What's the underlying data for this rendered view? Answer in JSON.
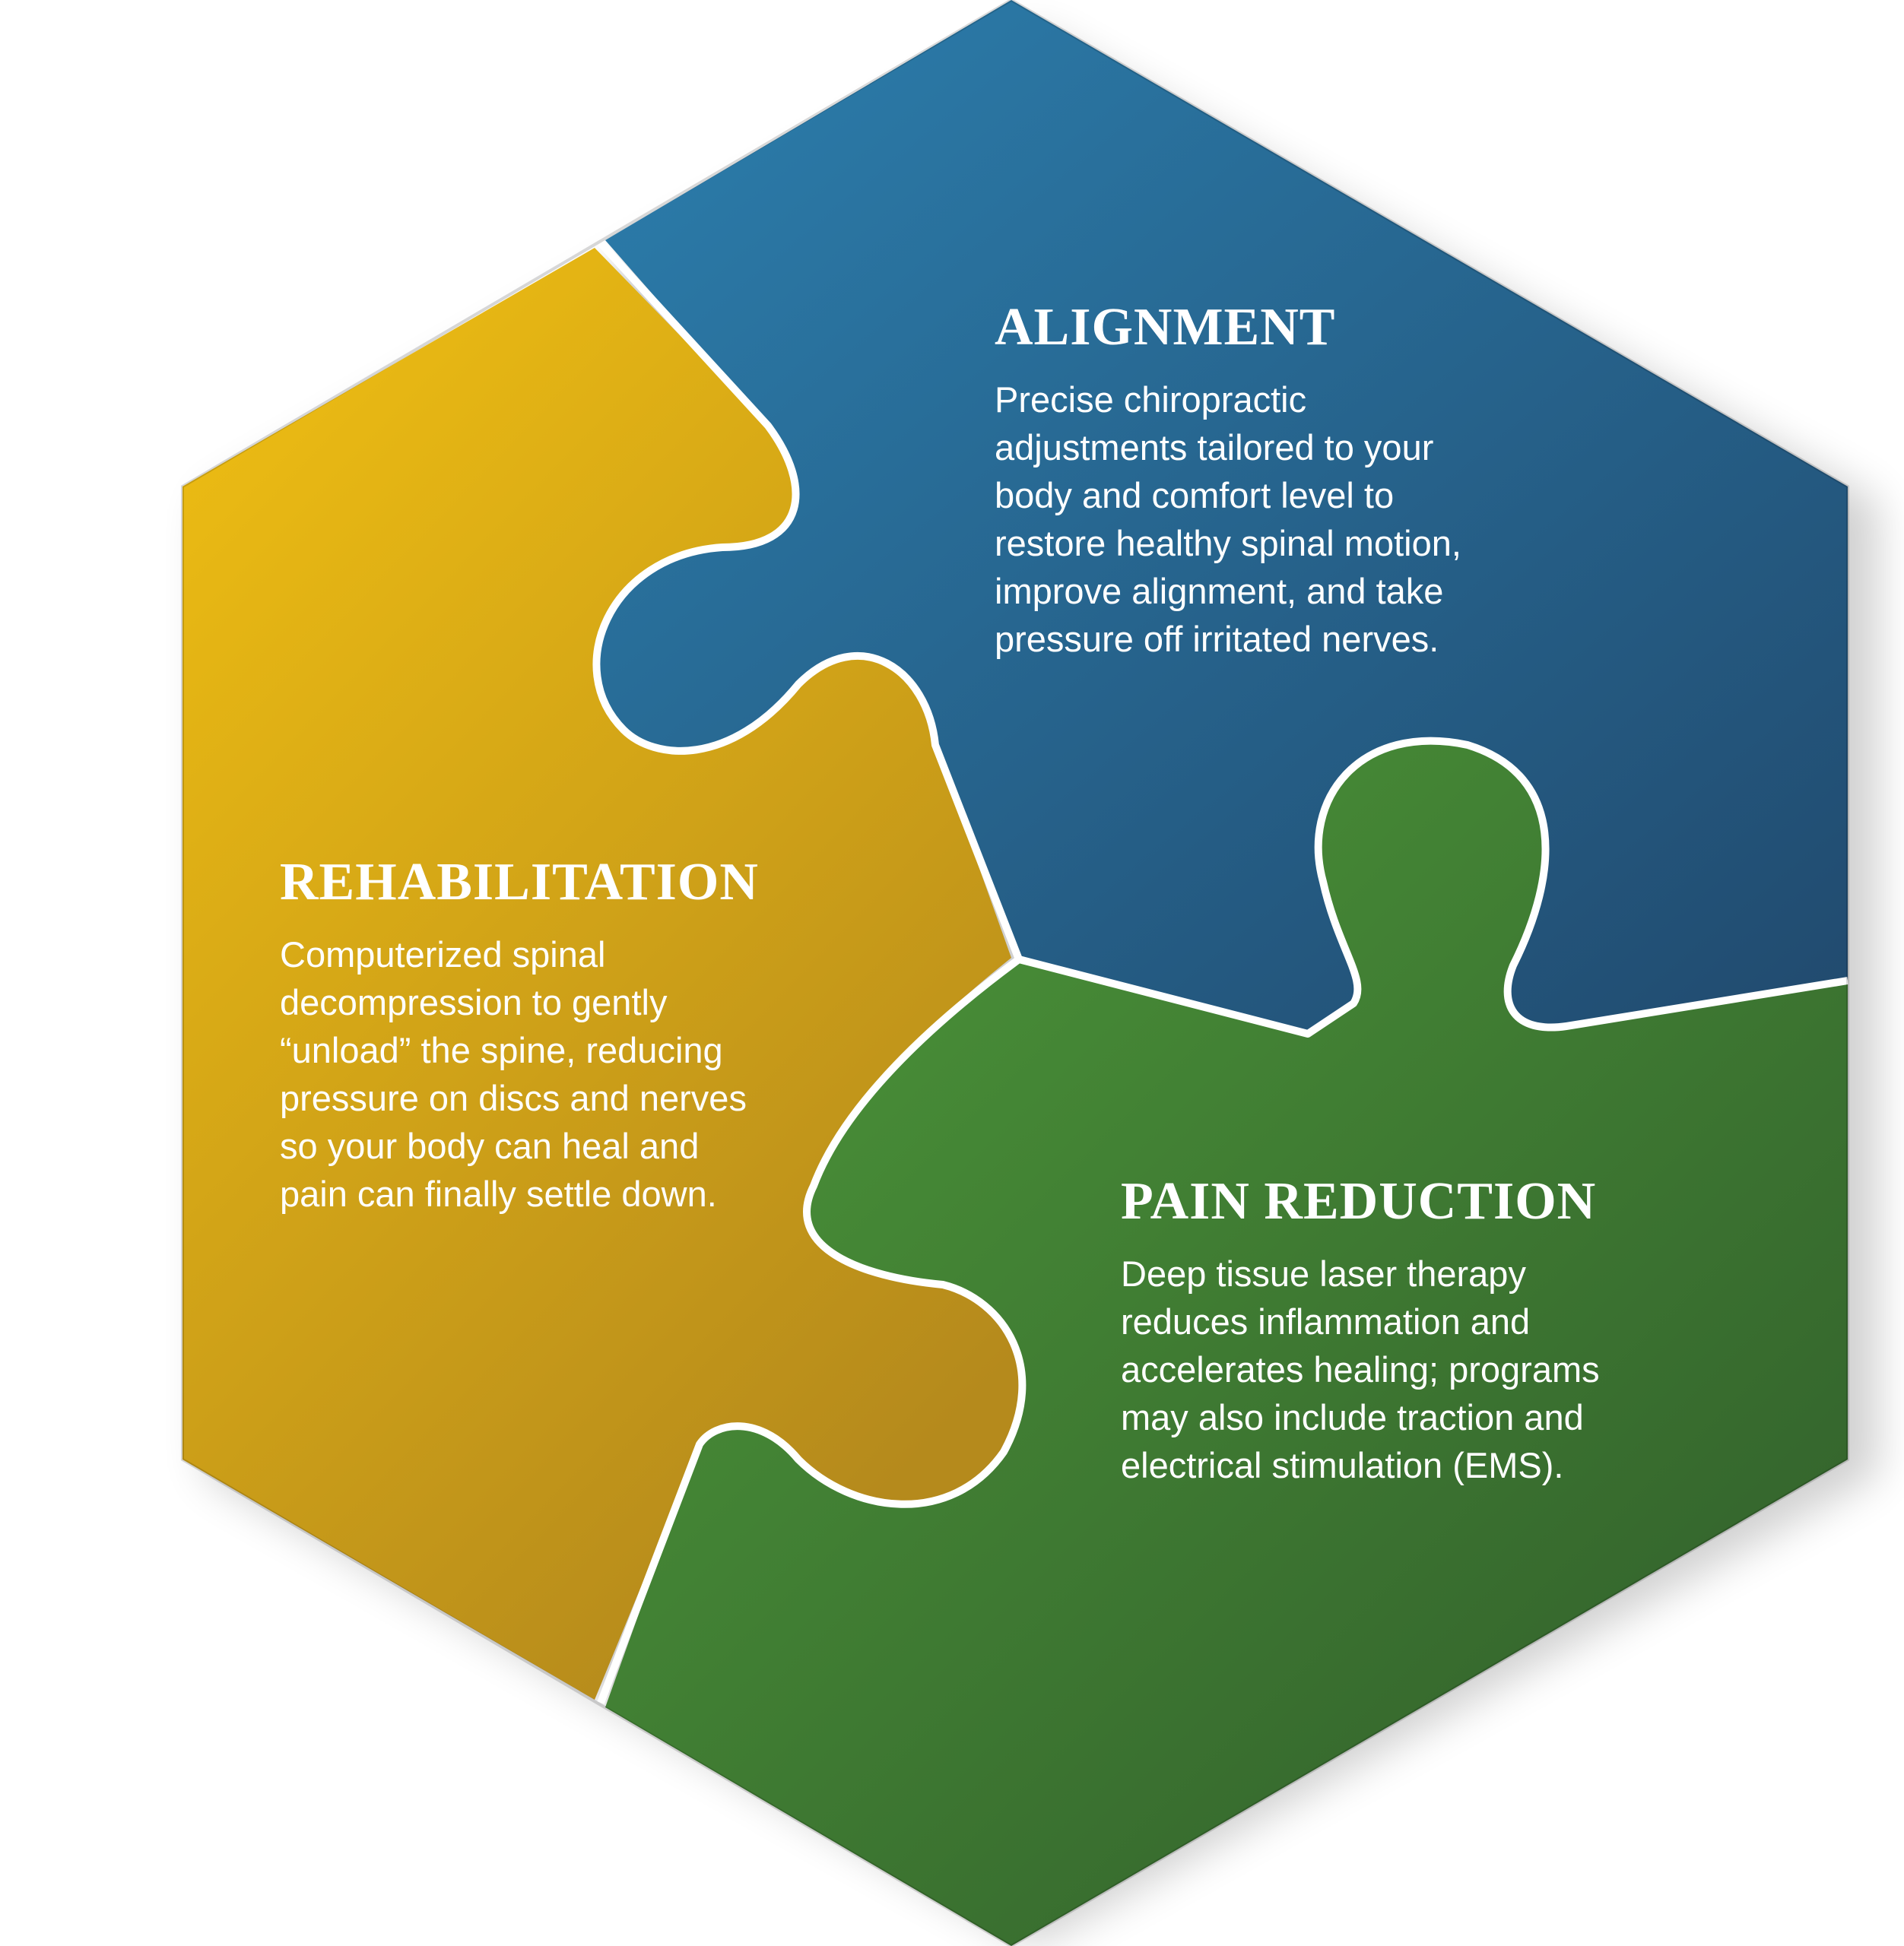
{
  "colors": {
    "alignment": "#2c7fae",
    "alignment_dark": "#214a6e",
    "rehabilitation": "#f1c012",
    "rehabilitation_dark": "#b58a1c",
    "pain_reduction": "#4e9a3a",
    "pain_reduction_dark": "#2f5a2a",
    "divider": "#ffffff"
  },
  "panels": {
    "alignment": {
      "title": "ALIGNMENT",
      "lines": [
        "Precise chiropractic",
        "adjustments tailored to your",
        "body and comfort level to",
        "restore healthy spinal motion,",
        "improve alignment, and take",
        "pressure off irritated nerves."
      ]
    },
    "rehabilitation": {
      "title": "REHABILITATION",
      "lines": [
        "Computerized spinal",
        "decompression to gently",
        "“unload” the spine, reducing",
        "pressure on discs and nerves",
        "so your body can heal and",
        "pain can finally settle down."
      ]
    },
    "pain_reduction": {
      "title": "PAIN REDUCTION",
      "lines": [
        "Deep tissue laser therapy",
        "reduces inflammation and",
        "accelerates healing; programs",
        "may also include traction and",
        "electrical stimulation (EMS)."
      ]
    }
  }
}
